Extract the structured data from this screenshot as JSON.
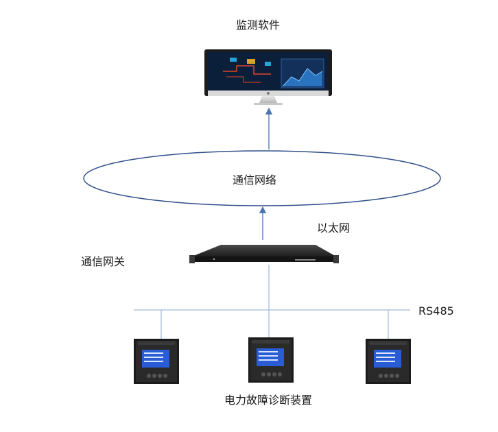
{
  "labels": {
    "software": "监测软件",
    "network": "通信网络",
    "ethernet": "以太网",
    "gateway": "通信网关",
    "bus": "RS485",
    "device": "电力故障诊断装置"
  },
  "colors": {
    "arrow": "#4a74b4",
    "network_ellipse": "#2f4f8a",
    "bus_line": "#9fb6d8",
    "device_screen": "#2a5cd6",
    "gateway_body": "#2b2b2b"
  },
  "icons": [
    "monitor-icon",
    "gateway-device-icon",
    "meter-device-icon"
  ]
}
